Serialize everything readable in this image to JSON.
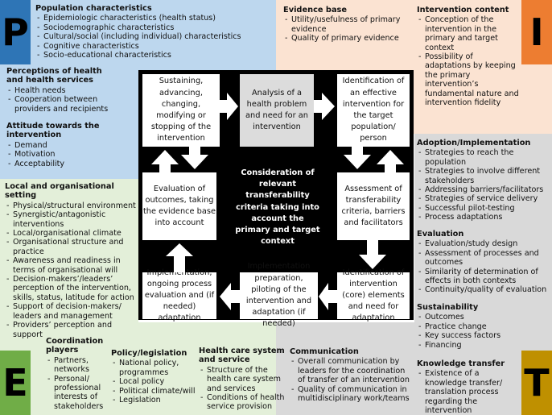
{
  "letters": {
    "p": "P",
    "i": "I",
    "e": "E",
    "t": "T"
  },
  "colors": {
    "p_quadrant": "#bdd7ee",
    "i_quadrant": "#fbe3d2",
    "e_quadrant": "#e3efd9",
    "t_quadrant": "#d9d9d9",
    "p_letter": "#2e75b6",
    "i_letter": "#ed7d31",
    "e_letter": "#70ad47",
    "t_letter": "#bf9000"
  },
  "population": {
    "title": "Population characteristics",
    "items": [
      "Epidemiologic characteristics (health status)",
      "Sociodemographic characteristics",
      "Cultural/social (including individual) characteristics",
      "Cognitive characteristics",
      "Socio-educational characteristics"
    ]
  },
  "perceptions": {
    "title": "Perceptions of health and health services",
    "items": [
      "Health needs",
      "Cooperation between providers and recipients"
    ]
  },
  "attitude": {
    "title": "Attitude towards the intervention",
    "items": [
      "Demand",
      "Motivation",
      "Acceptability"
    ]
  },
  "evidence": {
    "title": "Evidence base",
    "items": [
      "Utility/usefulness of primary evidence",
      "Quality of primary evidence"
    ]
  },
  "intervention_content": {
    "title": "Intervention content",
    "items": [
      "Conception of the intervention in the primary and target context",
      "Possibility of adaptations by keeping the primary intervention’s fundamental nature and intervention fidelity"
    ]
  },
  "adoption": {
    "title": "Adoption/Implementation",
    "items": [
      "Strategies to reach the population",
      "Strategies to involve different stakeholders",
      "Addressing barriers/facilitators",
      "Strategies of service delivery",
      "Successful pilot-testing",
      "Process adaptations"
    ]
  },
  "evaluation": {
    "title": "Evaluation",
    "items": [
      "Evaluation/study design",
      "Assessment of processes and outcomes",
      "Similarity of determination of effects in both contexts",
      "Continuity/quality of evaluation"
    ]
  },
  "sustainability": {
    "title": "Sustainability",
    "items": [
      "Outcomes",
      "Practice change",
      "Key success factors",
      "Financing"
    ]
  },
  "knowledge": {
    "title": "Knowledge transfer",
    "items": [
      "Existence of a knowledge transfer/ translation process regarding the intervention"
    ]
  },
  "local": {
    "title": "Local and organisational setting",
    "items": [
      "Physical/structural environment",
      "Synergistic/antagonistic interventions",
      "Local/organisational climate",
      "Organisational structure and practice",
      "Awareness and readiness in terms of organisational will",
      "Decision-makers’/leaders’ perception of the intervention, skills, status, latitude for action",
      "Support of decision-makers/ leaders and management",
      "Providers’ perception and support"
    ]
  },
  "coordination": {
    "title": "Coordination players",
    "items": [
      "Partners, networks",
      "Personal/ professional interests of stakeholders"
    ]
  },
  "policy": {
    "title": "Policy/legislation",
    "items": [
      "National policy, programmes",
      "Local policy",
      "Political climate/will",
      "Legislation"
    ]
  },
  "healthcare": {
    "title": "Health care system and service",
    "items": [
      "Structure of the health care system and services",
      "Conditions of health service provision"
    ]
  },
  "communication": {
    "title": "Communication",
    "items": [
      "Overall communication by leaders for the coordination of transfer of an intervention",
      "Quality of communication in multidisciplinary work/teams"
    ]
  },
  "cycle": {
    "sustaining": "Sustaining, advancing, changing, modifying or stopping of the intervention",
    "analysis": "Analysis of a health problem and need for an intervention",
    "identification_effective": "Identification of an effective intervention for the target population/ person",
    "assessment": "Assessment of transferability criteria, barriers and facilitators",
    "identification_core": "Identification of intervention (core) elements and need for adaptation",
    "preparation": "Implementation preparation, piloting of the intervention and adaptation (if needed)",
    "implementation": "Implementation, ongoing process evaluation and (if needed) adaptation",
    "evaluation": "Evaluation of outcomes, taking the evidence base into account",
    "center": "Consideration of relevant transferability criteria taking into account the primary and target context"
  }
}
